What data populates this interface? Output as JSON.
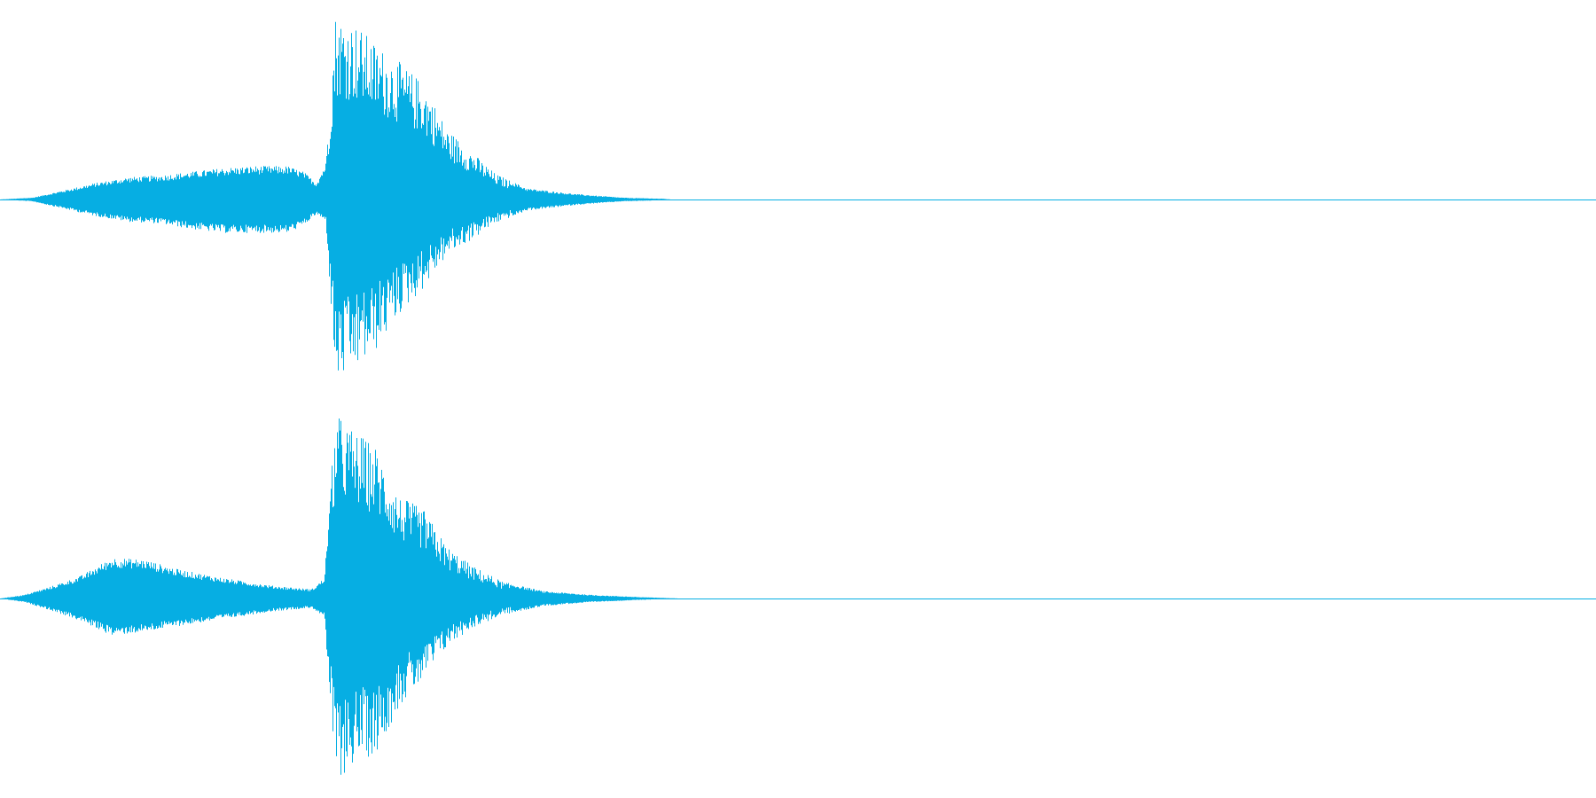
{
  "waveform": {
    "color": "#06aee3",
    "background": "#ffffff",
    "channels": [
      {
        "channel": "left",
        "duration": 1.0,
        "envelope": [
          [
            0.0,
            0.0,
            0.0
          ],
          [
            0.02,
            0.01,
            0.01
          ],
          [
            0.04,
            0.05,
            0.05
          ],
          [
            0.06,
            0.09,
            0.09
          ],
          [
            0.08,
            0.12,
            0.12
          ],
          [
            0.1,
            0.13,
            0.13
          ],
          [
            0.12,
            0.15,
            0.16
          ],
          [
            0.14,
            0.17,
            0.18
          ],
          [
            0.16,
            0.18,
            0.18
          ],
          [
            0.18,
            0.18,
            0.18
          ],
          [
            0.19,
            0.15,
            0.14
          ],
          [
            0.198,
            0.09,
            0.08
          ],
          [
            0.204,
            0.2,
            0.12
          ],
          [
            0.21,
            1.0,
            1.0
          ],
          [
            0.222,
            0.95,
            0.92
          ],
          [
            0.235,
            0.84,
            0.82
          ],
          [
            0.25,
            0.74,
            0.62
          ],
          [
            0.265,
            0.63,
            0.48
          ],
          [
            0.28,
            0.38,
            0.3
          ],
          [
            0.295,
            0.26,
            0.22
          ],
          [
            0.31,
            0.14,
            0.13
          ],
          [
            0.33,
            0.06,
            0.06
          ],
          [
            0.36,
            0.03,
            0.03
          ],
          [
            0.39,
            0.01,
            0.01
          ],
          [
            0.415,
            0.004,
            0.004
          ],
          [
            0.42,
            0.0,
            0.0
          ],
          [
            1.0,
            0.0,
            0.0
          ]
        ]
      },
      {
        "channel": "right",
        "duration": 1.0,
        "envelope": [
          [
            0.0,
            0.0,
            0.0
          ],
          [
            0.015,
            0.02,
            0.02
          ],
          [
            0.03,
            0.06,
            0.06
          ],
          [
            0.05,
            0.12,
            0.12
          ],
          [
            0.07,
            0.22,
            0.2
          ],
          [
            0.09,
            0.21,
            0.18
          ],
          [
            0.11,
            0.16,
            0.15
          ],
          [
            0.14,
            0.11,
            0.11
          ],
          [
            0.17,
            0.07,
            0.07
          ],
          [
            0.195,
            0.05,
            0.05
          ],
          [
            0.203,
            0.11,
            0.1
          ],
          [
            0.21,
            1.0,
            1.0
          ],
          [
            0.222,
            0.9,
            0.88
          ],
          [
            0.235,
            0.82,
            0.84
          ],
          [
            0.25,
            0.55,
            0.58
          ],
          [
            0.265,
            0.48,
            0.44
          ],
          [
            0.28,
            0.28,
            0.26
          ],
          [
            0.295,
            0.18,
            0.16
          ],
          [
            0.315,
            0.09,
            0.09
          ],
          [
            0.34,
            0.04,
            0.04
          ],
          [
            0.37,
            0.02,
            0.02
          ],
          [
            0.4,
            0.008,
            0.008
          ],
          [
            0.425,
            0.0,
            0.0
          ],
          [
            1.0,
            0.0,
            0.0
          ]
        ]
      }
    ]
  }
}
